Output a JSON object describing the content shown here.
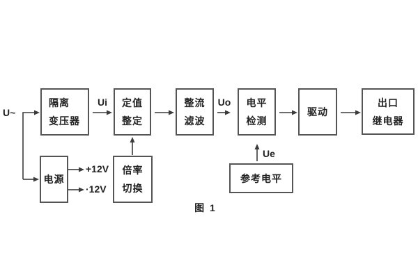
{
  "diagram": {
    "caption": "图 1",
    "source_label": "U~",
    "signals": {
      "ui": "Ui",
      "uo": "Uo",
      "ue": "Ue"
    },
    "power_rails": {
      "rail1": "+12V",
      "rail2": "·12V"
    },
    "blocks": {
      "isolation_transformer": {
        "line1": "隔离",
        "line2": "变压器"
      },
      "setpoint_adjust": {
        "line1": "定值",
        "line2": "整定"
      },
      "rectify_filter": {
        "line1": "整流",
        "line2": "滤波"
      },
      "level_detect": {
        "line1": "电平",
        "line2": "检测"
      },
      "drive": {
        "line1": "驱动"
      },
      "output_relay": {
        "line1": "出口",
        "line2": "继电器"
      },
      "power_supply": {
        "line1": "电源"
      },
      "ratio_switch": {
        "line1": "倍率",
        "line2": "切换"
      },
      "reference_level": {
        "line1": "参考电平"
      }
    },
    "colors": {
      "background": "#ffffff",
      "box_border": "#555555",
      "connector": "#3b3b3b",
      "text": "#222222"
    }
  }
}
